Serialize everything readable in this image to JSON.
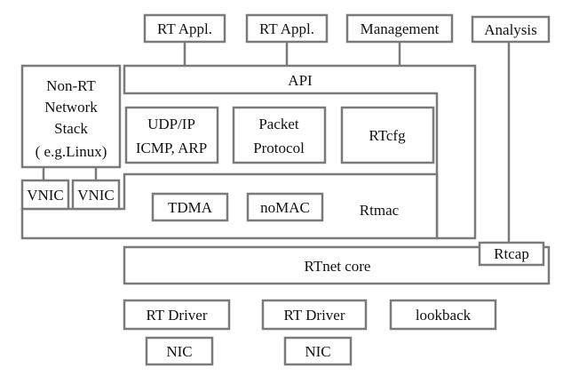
{
  "boxes": {
    "rt_appl_1": "RT Appl.",
    "rt_appl_2": "RT Appl.",
    "management": "Management",
    "analysis": "Analysis",
    "api": "API",
    "non_rt_stack": [
      "Non-RT",
      "Network",
      "Stack",
      "( e.g.Linux)"
    ],
    "udp_ip": [
      "UDP/IP",
      "ICMP, ARP"
    ],
    "packet_protocol": [
      "Packet",
      "Protocol"
    ],
    "rtcfg": "RTcfg",
    "vnic_1": "VNIC",
    "vnic_2": "VNIC",
    "tdma": "TDMA",
    "nomac": "noMAC",
    "rtmac": "Rtmac",
    "rtcap": "Rtcap",
    "rtnet_core": "RTnet  core",
    "rt_driver_1": "RT  Driver",
    "rt_driver_2": "RT  Driver",
    "lookback": "lookback",
    "nic_1": "NIC",
    "nic_2": "NIC"
  }
}
